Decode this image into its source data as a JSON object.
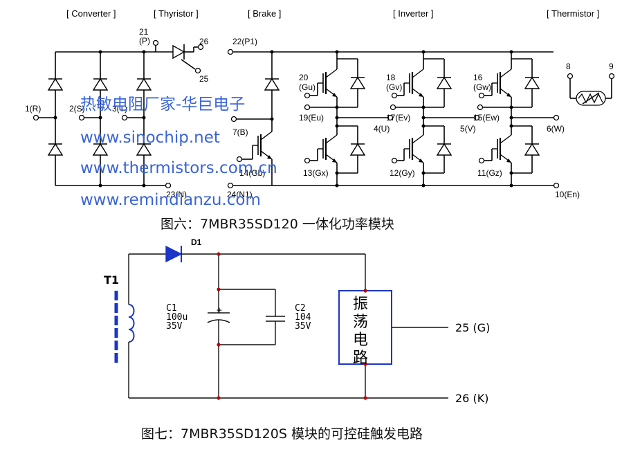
{
  "module": {
    "sections": {
      "converter": "[ Converter ]",
      "thyristor": "[ Thyristor ]",
      "brake": "[ Brake ]",
      "inverter": "[ Inverter ]",
      "thermistor": "[ Thermistor ]"
    },
    "pins": {
      "p21": "21",
      "p21_name": "(P)",
      "p26": "26",
      "p25": "25",
      "p22": "22(P1)",
      "r": "1(R)",
      "s": "2(S)",
      "t": "3(T)",
      "b": "7(B)",
      "gb": "14(Gb)",
      "n23": "23(N)",
      "n24": "24(N1)",
      "p20": "20",
      "gu": "(Gu)",
      "p18": "18",
      "gv": "(Gv)",
      "p16": "16",
      "gw": "(Gw)",
      "eu": "19(Eu)",
      "ev": "17(Ev)",
      "ew": "15(Ew)",
      "u": "4(U)",
      "v": "5(V)",
      "w": "6(W)",
      "gx": "13(Gx)",
      "gy": "12(Gy)",
      "gz": "11(Gz)",
      "en": "10(En)",
      "th8": "8",
      "th9": "9"
    }
  },
  "watermark": {
    "line1": "热敏电阻厂家-华巨电子",
    "line2": "www.sinochip.net",
    "line3": "www.thermistors.com.cn",
    "line4": "www.remindianzu.com"
  },
  "caption6": "图六：7MBR35SD120 一体化功率模块",
  "trigger": {
    "t1": "T1",
    "d1": "D1",
    "c1": [
      "C1",
      "100u",
      "35V"
    ],
    "c2": [
      "C2",
      "104",
      "35V"
    ],
    "plus": "+",
    "box": [
      "振",
      "荡",
      "电",
      "路"
    ],
    "g_out": "25 (G)",
    "k_out": "26 (K)"
  },
  "caption7": "图七：7MBR35SD120S 模块的可控硅触发电路"
}
